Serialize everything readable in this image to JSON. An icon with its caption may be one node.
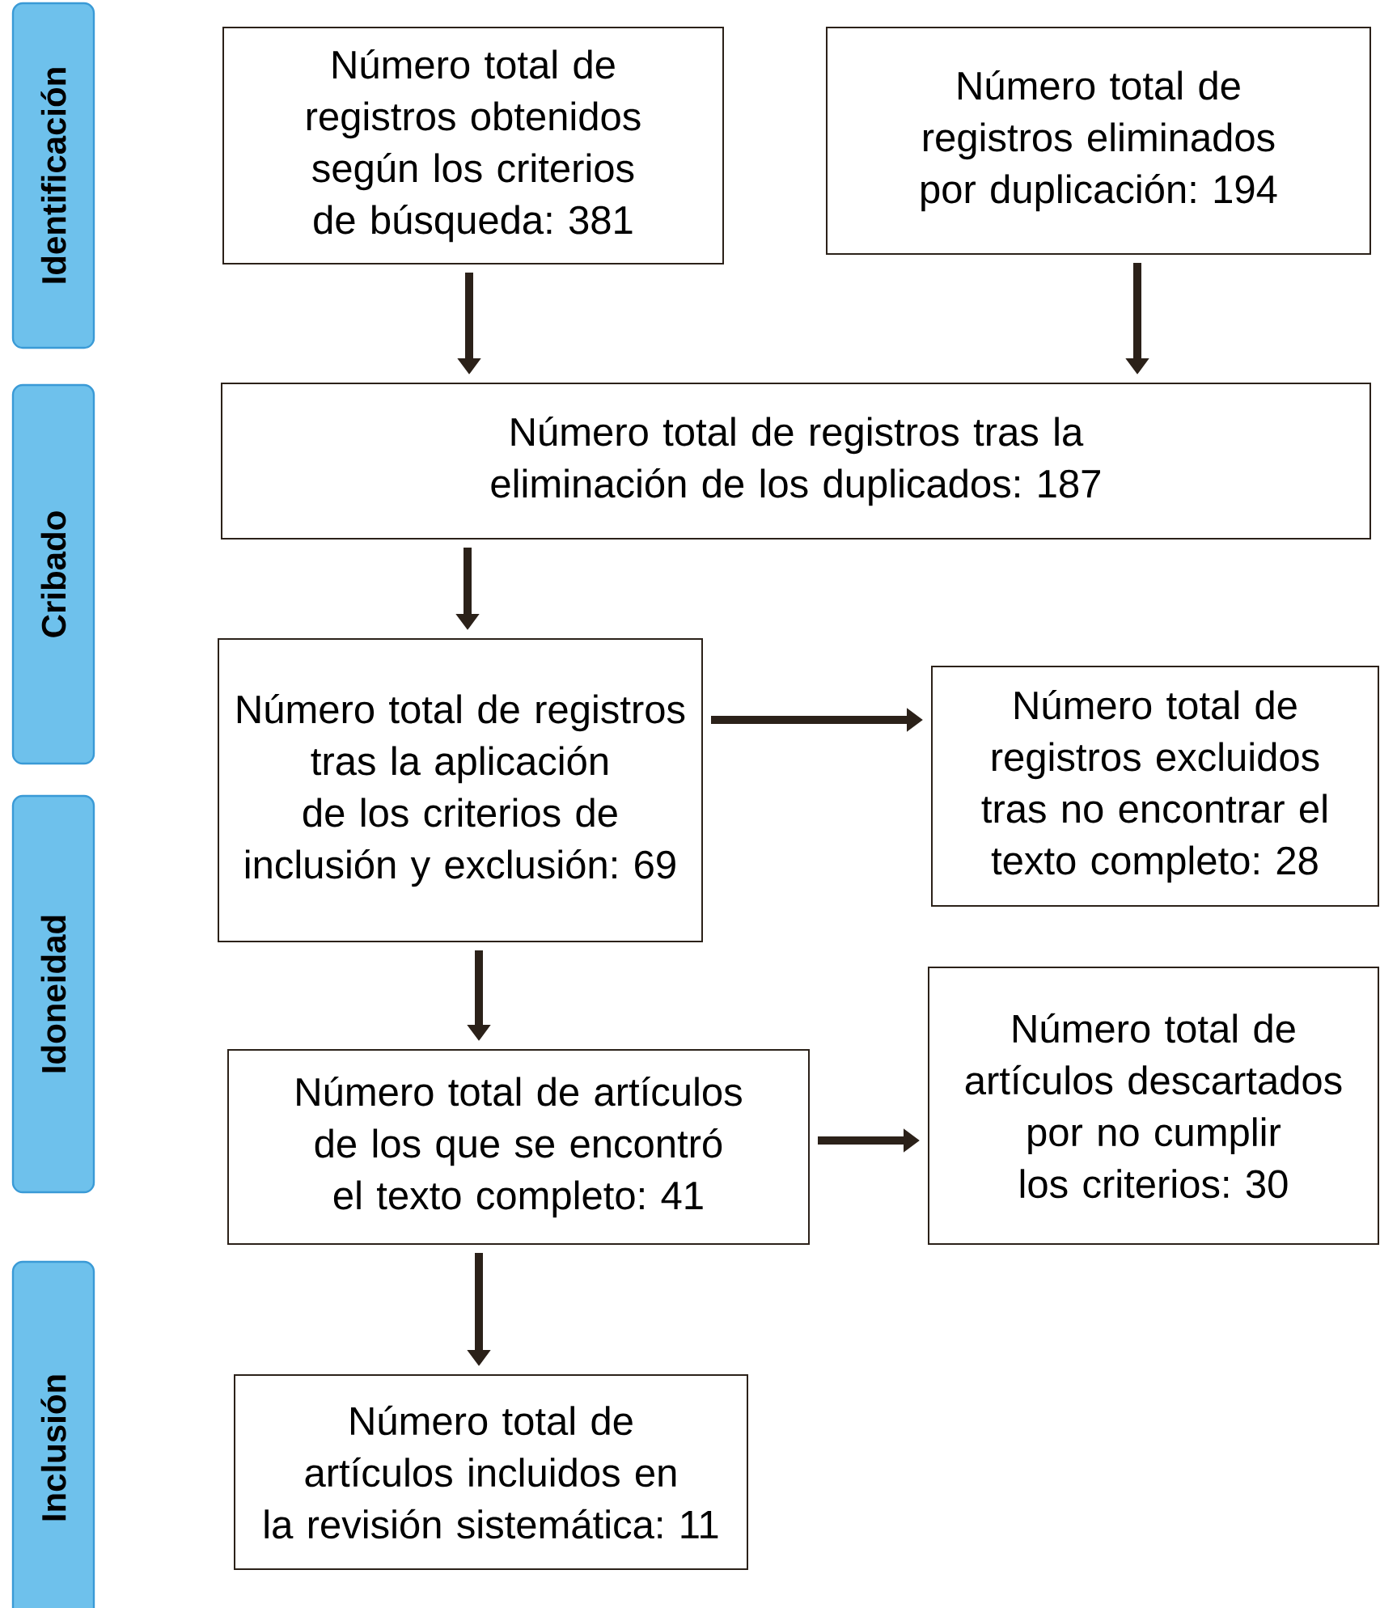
{
  "diagram": {
    "nodes": [
      {
        "text": [
          "Identificación"
        ]
      },
      {
        "text": [
          "Número total de registros obtenidos según los criterios de búsqueda: 381"
        ]
      },
      {
        "text": [
          "Número total de registros eliminados por duplicación: 194"
        ]
      },
      {
        "text": [
          "Cribado"
        ]
      },
      {
        "text": [
          "Número total de registros tras la eliminación de los duplicados: 187"
        ]
      },
      {
        "text": [
          "Idoneidad"
        ]
      },
      {
        "text": [
          "Número total de registros tras la aplicación de los criterios de inclusión y exclusión: 69"
        ]
      },
      {
        "text": [
          "Número total de registros excluidos tras no encontrar el texto completo: 28"
        ]
      },
      {
        "text": [
          "Número total de artículos de los que se encontró el texto completo: 41"
        ]
      },
      {
        "text": [
          "Número total de artículos descartados por no cumplir los criterios: 30"
        ]
      },
      {
        "text": [
          "Inclusión"
        ]
      },
      {
        "text": [
          "Número total de artículos incluidos en la revisión sistemática: 11"
        ]
      }
    ],
    "edges": [
      {
        "from": 1,
        "to": 4,
        "arrow": "to"
      },
      {
        "from": 2,
        "to": 4,
        "arrow": "to"
      },
      {
        "from": 4,
        "to": 6,
        "arrow": "to"
      },
      {
        "from": 6,
        "to": 7,
        "arrow": "to"
      },
      {
        "from": 6,
        "to": 8,
        "arrow": "to"
      },
      {
        "from": 8,
        "to": 9,
        "arrow": "to"
      },
      {
        "from": 8,
        "to": 11,
        "arrow": "to"
      }
    ]
  }
}
